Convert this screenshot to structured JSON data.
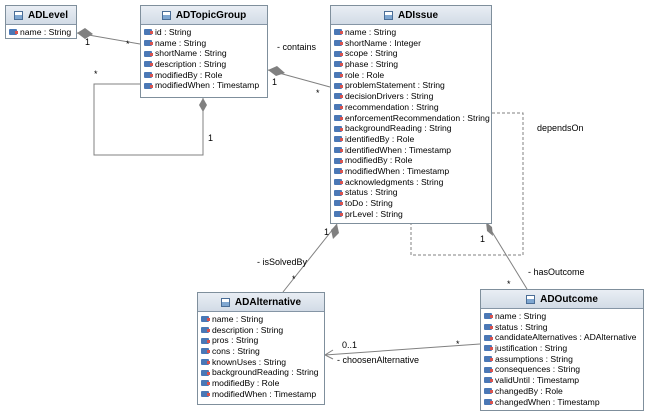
{
  "classes": {
    "adlevel": {
      "name": "ADLevel",
      "attributes": [
        "name : String"
      ]
    },
    "adtopicgroup": {
      "name": "ADTopicGroup",
      "attributes": [
        "id : String",
        "name : String",
        "shortName : String",
        "description : String",
        "modifiedBy : Role",
        "modifiedWhen : Timestamp"
      ]
    },
    "adissue": {
      "name": "ADIssue",
      "attributes": [
        "name : String",
        "shortName : Integer",
        "scope : String",
        "phase : String",
        "role : Role",
        "problemStatement : String",
        "decisionDrivers : String",
        "recommendation : String",
        "enforcementRecommendation : String",
        "backgroundReading : String",
        "identifiedBy : Role",
        "identifiedWhen : Timestamp",
        "modifiedBy : Role",
        "modifiedWhen : Timestamp",
        "acknowledgments : String",
        "status : String",
        "toDo : String",
        "prLevel : String"
      ]
    },
    "adalternative": {
      "name": "ADAlternative",
      "attributes": [
        "name : String",
        "description : String",
        "pros : String",
        "cons : String",
        "knownUses : String",
        "backgroundReading : String",
        "modifiedBy : Role",
        "modifiedWhen : Timestamp"
      ]
    },
    "adoutcome": {
      "name": "ADOutcome",
      "attributes": [
        "name : String",
        "status : String",
        "candidateAlternatives : ADAlternative",
        "justification : String",
        "assumptions : String",
        "consequences : String",
        "validUntil : Timestamp",
        "changedBy : Role",
        "changedWhen : Timestamp"
      ]
    }
  },
  "associations": {
    "level_group": {
      "source_mult": "1",
      "target_mult": "*"
    },
    "contains": {
      "label": "- contains",
      "source_mult": "1",
      "target_mult": "*"
    },
    "self_group": {
      "source_mult": "1",
      "target_mult": "*"
    },
    "depends_on": {
      "label": "dependsOn"
    },
    "is_solved_by": {
      "label": "- isSolvedBy",
      "source_mult": "1",
      "target_mult": "*"
    },
    "has_outcome": {
      "label": "- hasOutcome",
      "source_mult": "1",
      "target_mult": "*"
    },
    "chosen_alternative": {
      "label": "- choosenAlternative",
      "source_mult": "*",
      "target_mult": "0..1"
    }
  },
  "icons": {
    "class": "class-icon",
    "attribute": "attribute-icon"
  }
}
